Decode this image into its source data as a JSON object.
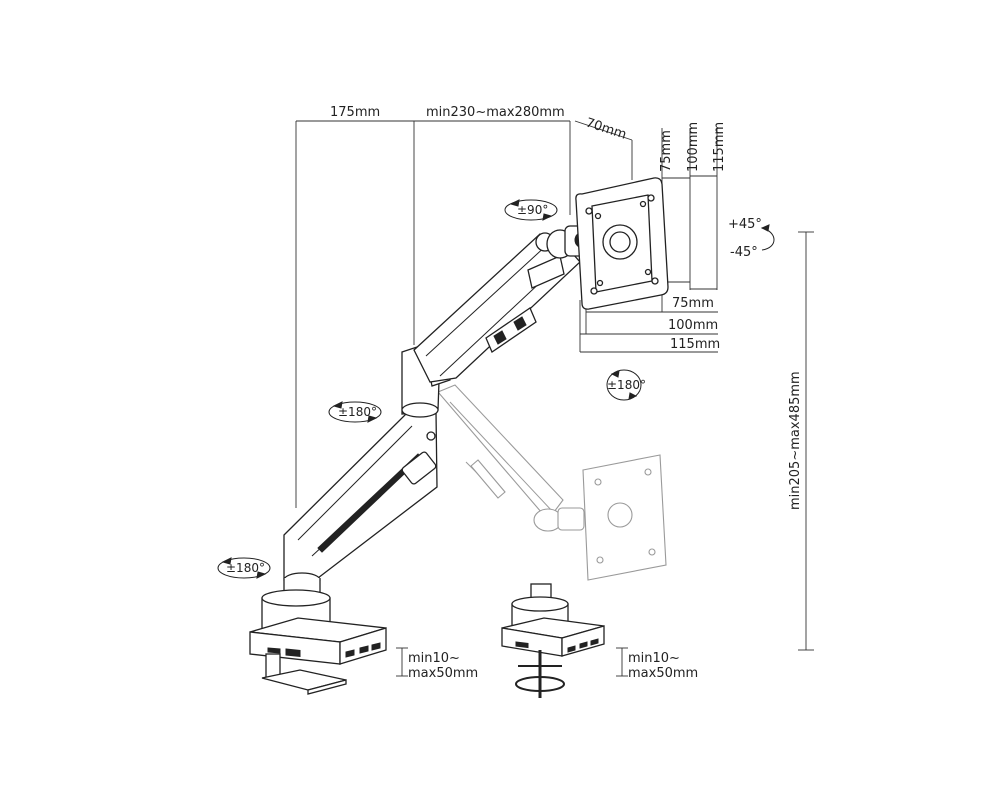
{
  "dimensions": {
    "arm_depth": "175mm",
    "arm_reach": "min230~max280mm",
    "plate_offset": "70mm",
    "vesa_h_75": "75mm",
    "vesa_h_100": "100mm",
    "vesa_h_115": "115mm",
    "vesa_w_75": "75mm",
    "vesa_w_100": "100mm",
    "vesa_w_115": "115mm",
    "height_range": "min205~max485mm",
    "clamp_1_line1": "min10~",
    "clamp_1_line2": "max50mm",
    "clamp_2_line1": "min10~",
    "clamp_2_line2": "max50mm"
  },
  "rotations": {
    "tilt_up": "+45°",
    "tilt_down": "-45°",
    "swivel_plate": "±90°",
    "rotate_monitor": "±180°",
    "rotate_arm_mid": "±180°",
    "rotate_arm_base": "±180°"
  }
}
